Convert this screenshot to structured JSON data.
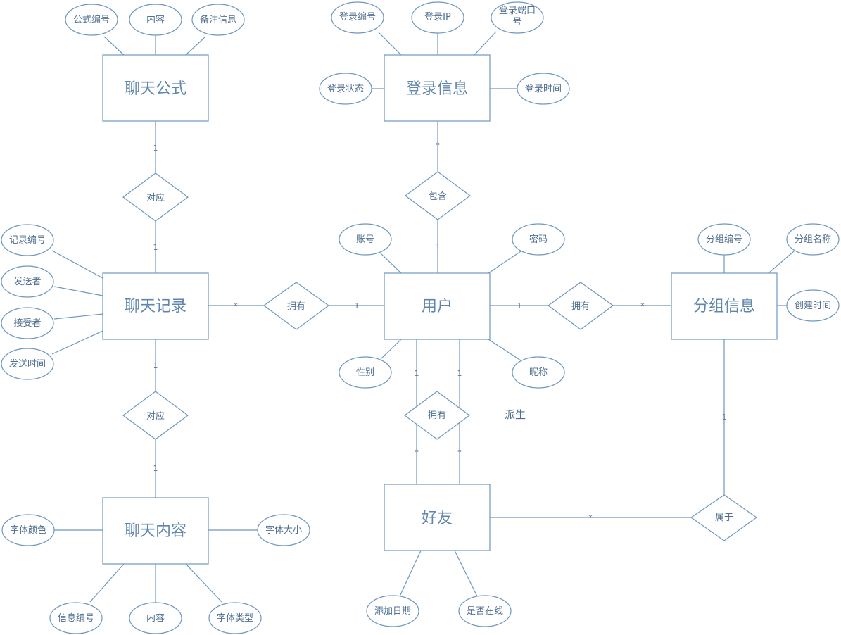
{
  "entities": {
    "chat_formula": "聊天公式",
    "login_info": "登录信息",
    "chat_record": "聊天记录",
    "user": "用户",
    "group_info": "分组信息",
    "chat_content": "聊天内容",
    "friend": "好友"
  },
  "attributes": {
    "formula_id": "公式编号",
    "formula_content": "内容",
    "formula_note": "备注信息",
    "login_id": "登录编号",
    "login_ip": "登录IP",
    "login_port_1": "登录端口",
    "login_port_2": "号",
    "login_status": "登录状态",
    "login_time": "登录时间",
    "record_id": "记录编号",
    "sender": "发送者",
    "receiver": "接受者",
    "send_time": "发送时间",
    "account": "账号",
    "password": "密码",
    "gender": "性别",
    "nickname": "昵称",
    "group_id": "分组编号",
    "group_name": "分组名称",
    "create_time": "创建时间",
    "font_color": "字体颜色",
    "font_size": "字体大小",
    "message_id": "信息编号",
    "message_content": "内容",
    "font_type": "字体类型",
    "add_date": "添加日期",
    "online": "是否在线"
  },
  "relationships": {
    "formula_record": "对应",
    "login_user": "包含",
    "record_user": "拥有",
    "user_group": "拥有",
    "record_content": "对应",
    "user_friend": "拥有",
    "friend_group": "属于"
  },
  "cardinalities": {
    "formula_top": "1",
    "formula_bottom": "1",
    "login_top": "*",
    "login_bottom": "1",
    "record_side": "*",
    "user_left": "1",
    "user_right": "1",
    "group_left": "*",
    "record_content_top": "1",
    "record_content_bottom": "1",
    "friend_left_top": "1",
    "friend_right_top": "1",
    "friend_left_bottom": "*",
    "friend_right_bottom": "*",
    "group_down": "1",
    "friend_group": "*"
  },
  "notes": {
    "derived": "派生"
  }
}
